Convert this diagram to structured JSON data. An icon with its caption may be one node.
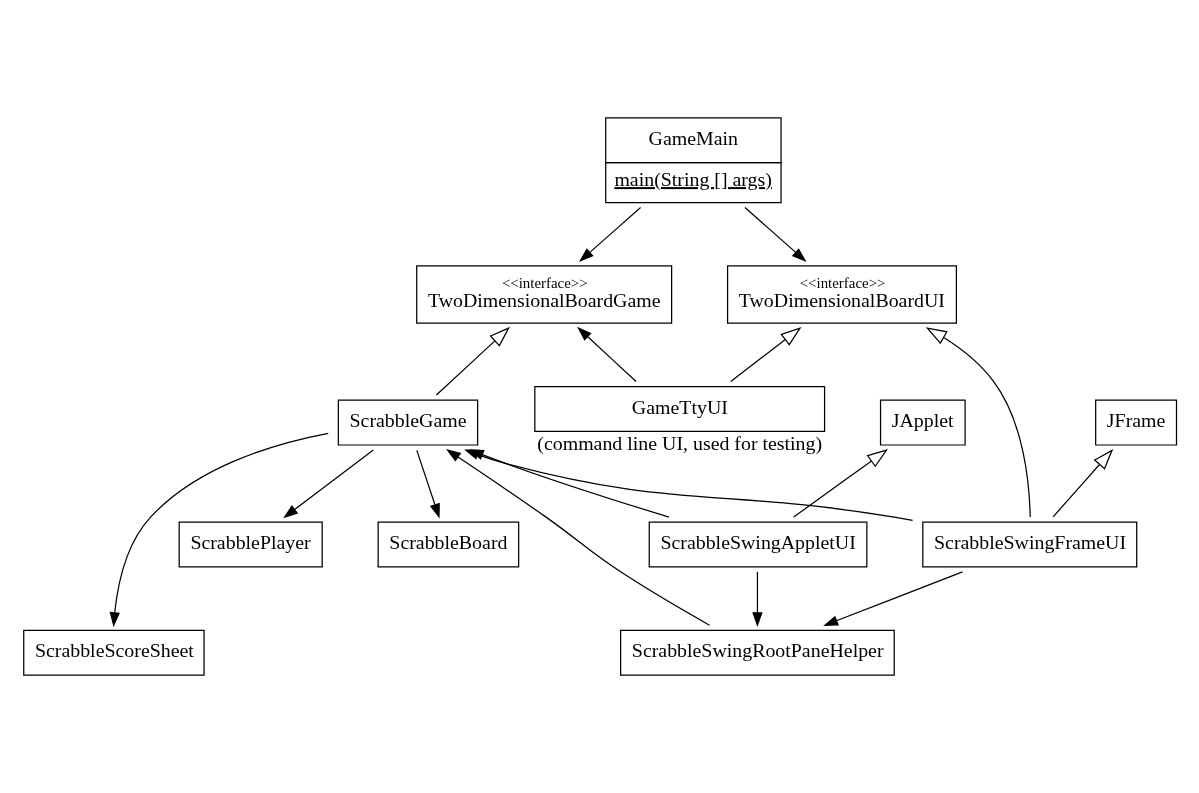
{
  "diagram": {
    "nodes": [
      {
        "text": [
          "GameMain",
          "main(String [] args)"
        ]
      },
      {
        "text": [
          "<<interface>>",
          "TwoDimensionalBoardGame"
        ]
      },
      {
        "text": [
          "<<interface>>",
          "TwoDimensionalBoardUI"
        ]
      },
      {
        "text": [
          "ScrabbleGame"
        ]
      },
      {
        "text": [
          "JFrame"
        ]
      },
      {
        "text": [
          "JApplet"
        ]
      },
      {
        "text": [
          "GameTtyUI"
        ],
        "beside": [
          "(command line UI, used for testing)"
        ]
      },
      {
        "text": [
          "ScrabblePlayer"
        ]
      },
      {
        "text": [
          "ScrabbleBoard"
        ]
      },
      {
        "text": [
          "ScrabbleSwingFrameUI"
        ]
      },
      {
        "text": [
          "ScrabbleSwingAppletUI"
        ]
      },
      {
        "text": [
          "ScrabbleScoreSheet"
        ]
      },
      {
        "text": [
          "ScrabbleSwingRootPaneHelper"
        ]
      }
    ],
    "edges": [
      {
        "from": 0,
        "to": 1,
        "arrow": "to"
      },
      {
        "from": 0,
        "to": 2,
        "arrow": "to"
      },
      {
        "from": 3,
        "to": 1,
        "arrow": "to"
      },
      {
        "from": 6,
        "to": 1,
        "arrow": "to"
      },
      {
        "from": 9,
        "to": 2,
        "arrow": "to"
      },
      {
        "from": 6,
        "to": 2,
        "arrow": "to"
      },
      {
        "from": 9,
        "to": 4,
        "arrow": "to"
      },
      {
        "from": 10,
        "to": 5,
        "arrow": "to"
      },
      {
        "from": 3,
        "to": 7,
        "arrow": "to"
      },
      {
        "from": 3,
        "to": 8,
        "arrow": "to"
      },
      {
        "from": 3,
        "to": 11,
        "arrow": "to"
      },
      {
        "from": 9,
        "to": 3,
        "arrow": "to"
      },
      {
        "from": 10,
        "to": 3,
        "arrow": "to"
      },
      {
        "from": 12,
        "to": 3,
        "arrow": "to"
      },
      {
        "from": 9,
        "to": 12,
        "arrow": "to"
      },
      {
        "from": 10,
        "to": 12,
        "arrow": "to"
      }
    ]
  }
}
